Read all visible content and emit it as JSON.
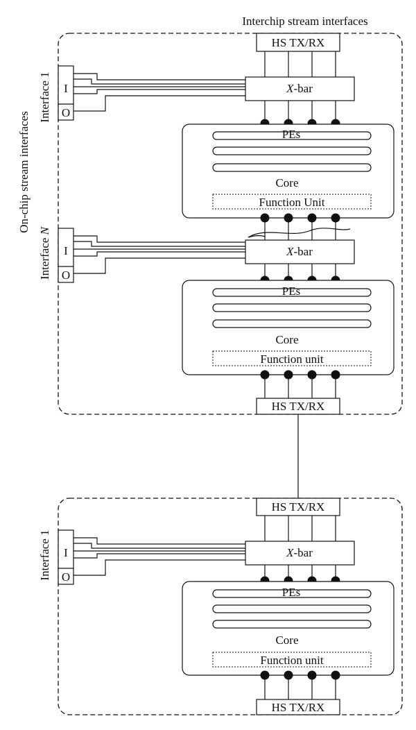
{
  "labels": {
    "interchip": "Interchip stream interfaces",
    "onchip": "On-chip stream interfaces",
    "hs": "HS TX/RX",
    "xbar_italic": "X",
    "xbar_rest": "-bar",
    "pes": "PEs",
    "core": "Core",
    "in": "I",
    "out": "O",
    "interface_prefix": "Interface ",
    "interface_1": "1",
    "interface_n": "N"
  },
  "chips": [
    {
      "name": "chip-1",
      "stages": [
        {
          "interface_suffix": "1",
          "function_label": "Function Unit"
        },
        {
          "interface_suffix": "N",
          "function_label": "Function unit"
        }
      ]
    },
    {
      "name": "chip-2",
      "stages": [
        {
          "interface_suffix": "1",
          "function_label": "Function unit"
        }
      ]
    }
  ]
}
